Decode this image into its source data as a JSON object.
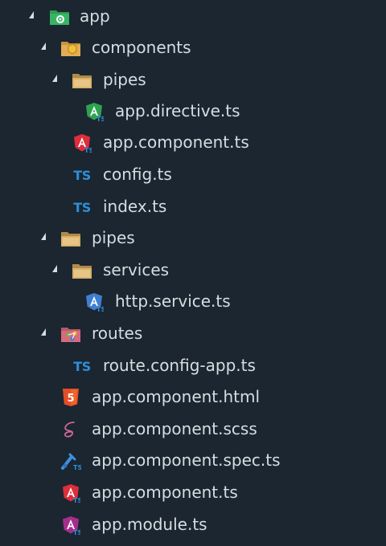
{
  "explorer": {
    "items": [
      {
        "label": "app",
        "icon": "app-folder-icon",
        "expanded": true
      },
      {
        "label": "components",
        "icon": "components-folder-icon",
        "expanded": true
      },
      {
        "label": "pipes",
        "icon": "folder-icon",
        "expanded": true
      },
      {
        "label": "app.directive.ts",
        "icon": "angular-directive-icon"
      },
      {
        "label": "app.component.ts",
        "icon": "angular-component-icon"
      },
      {
        "label": "config.ts",
        "icon": "typescript-icon",
        "badge": "TS"
      },
      {
        "label": "index.ts",
        "icon": "typescript-icon",
        "badge": "TS"
      },
      {
        "label": "pipes",
        "icon": "folder-icon",
        "expanded": true
      },
      {
        "label": "services",
        "icon": "folder-icon",
        "expanded": true
      },
      {
        "label": "http.service.ts",
        "icon": "angular-service-icon"
      },
      {
        "label": "routes",
        "icon": "routes-folder-icon",
        "expanded": true
      },
      {
        "label": "route.config-app.ts",
        "icon": "typescript-icon",
        "badge": "TS"
      },
      {
        "label": "app.component.html",
        "icon": "html5-icon",
        "badge": "5"
      },
      {
        "label": "app.component.scss",
        "icon": "sass-icon"
      },
      {
        "label": "app.component.spec.ts",
        "icon": "test-spec-icon"
      },
      {
        "label": "app.component.ts",
        "icon": "angular-component-icon"
      },
      {
        "label": "app.module.ts",
        "icon": "angular-module-icon"
      }
    ]
  },
  "colors": {
    "background": "#1b2630",
    "text": "#d6dde3",
    "typescript": "#2f8ed8",
    "angular": "#dd2e3c",
    "folder": "#d9b26a",
    "html5": "#e44d26",
    "sass": "#cd6799"
  }
}
